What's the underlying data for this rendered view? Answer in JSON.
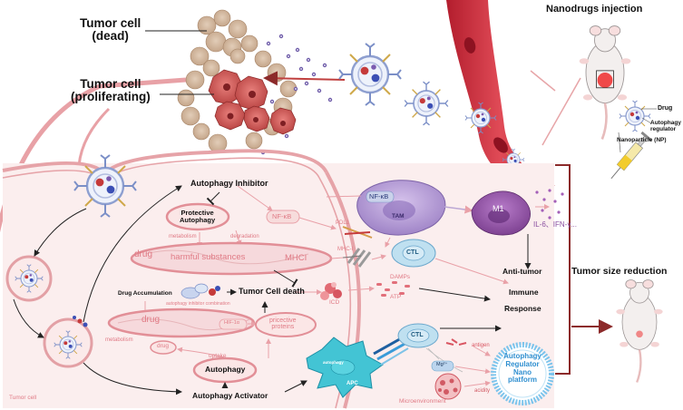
{
  "labels": {
    "tumor_dead": "Tumor cell\n(dead)",
    "tumor_proliferating": "Tumor cell\n(proliferating)",
    "nanodrugs_injection": "Nanodrugs injection",
    "drug": "Drug",
    "autophagy_regulator": "Autophagy\nregulator",
    "nanoparticle": "Nanoparticle (NP)",
    "autophagy_inhibitor": "Autophagy Inhibitor",
    "protective_autophagy": "Protective\nAutophagy",
    "metabolism_top": "metabolism",
    "degradation": "degradation",
    "nfkb_center": "NF-κB",
    "nfkb_tam": "NF-κB",
    "tam": "TAM",
    "m1": "M1",
    "il6": "IL-6、IFN-γ...",
    "pdl1": "PDL1",
    "mhci_receptor": "MHC-I",
    "ctl_top": "CTL",
    "drug_top": "drug",
    "harmful_substances": "harmful substances",
    "mhci_cell": "MHCI",
    "drug_accumulation": "Drug Accumulation",
    "tumor_cell_death": "Tumor Cell death",
    "autophagy_inhibitor_combination": "autophagy inhibitor combination",
    "icd": "ICD",
    "damps": "DAMPs",
    "atp": "ATP",
    "drug_bottom": "drug",
    "hif1a": "HIF-1α",
    "pricective_proteins": "pricective\nproteins",
    "metabolism_bottom": "metabolism",
    "drug_small": "drug",
    "uptake": "uptake",
    "autophagy": "Autophagy",
    "autophagy_activator": "Autophagy Activator",
    "tumor_cell": "Tumor cell",
    "autophagy_apc": "autophagy",
    "apc": "APC",
    "ctl_bottom": "CTL",
    "antigen": "antigen",
    "mg": "Mg²⁺",
    "acidity": "acidity",
    "microenvironment": "Microenvironment",
    "platform": "Autophagy\nRegulator\nNano\nplatform",
    "anti_tumor": "Anti-tumor",
    "immune": "Immune",
    "response": "Response",
    "tumor_size_reduction": "Tumor size reduction"
  },
  "colors": {
    "background_panel": "#fbeeee",
    "blood_vessel": "#c8283a",
    "membrane": "#e6a3a8",
    "pink_text": "#e07a85",
    "tam_purple": "#a487c5",
    "m1_purple": "#8a4fa0",
    "ctl_blue": "#bfe0f0",
    "platform_blue": "#2f8fd0",
    "apc_cyan": "#43c4d4",
    "dark_red_arrow": "#8c2a2a"
  },
  "icons": [
    "nanoparticle-icon",
    "mouse-icon",
    "syringe-icon",
    "tumor-cell-icon",
    "macrophage-icon",
    "t-cell-icon",
    "dendritic-cell-icon"
  ]
}
